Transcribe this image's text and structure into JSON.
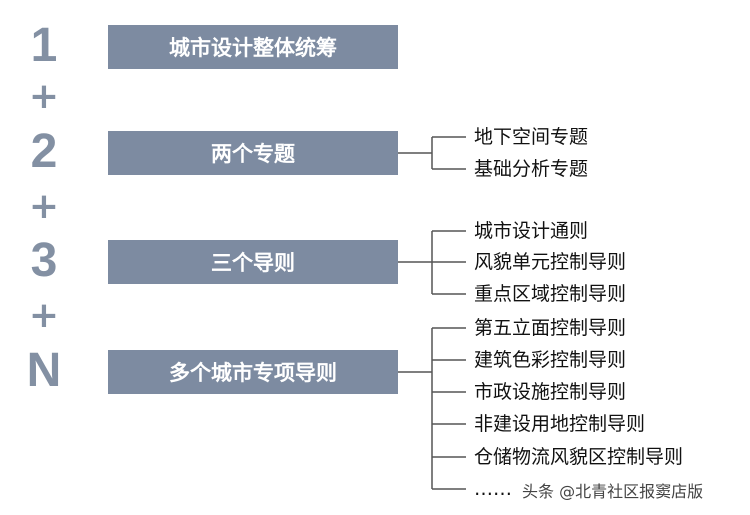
{
  "steps": [
    {
      "num": "1",
      "label": "城市设计整体统筹",
      "items": []
    },
    {
      "num": "2",
      "label": "两个专题",
      "items": [
        "地下空间专题",
        "基础分析专题"
      ]
    },
    {
      "num": "3",
      "label": "三个导则",
      "items": [
        "城市设计通则",
        "风貌单元控制导则",
        "重点区域控制导则"
      ]
    },
    {
      "num": "N",
      "label": "多个城市专项导则",
      "items": [
        "第五立面控制导则",
        "建筑色彩控制导则",
        "市政设施控制导则",
        "非建设用地控制导则",
        "仓储物流风貌区控制导则",
        "……"
      ]
    }
  ],
  "plus_sign": "+",
  "watermark": "头条 @北青社区报窦店版",
  "colors": {
    "accent": "#7d8ba1",
    "number": "#8390a3",
    "line": "#555555"
  }
}
